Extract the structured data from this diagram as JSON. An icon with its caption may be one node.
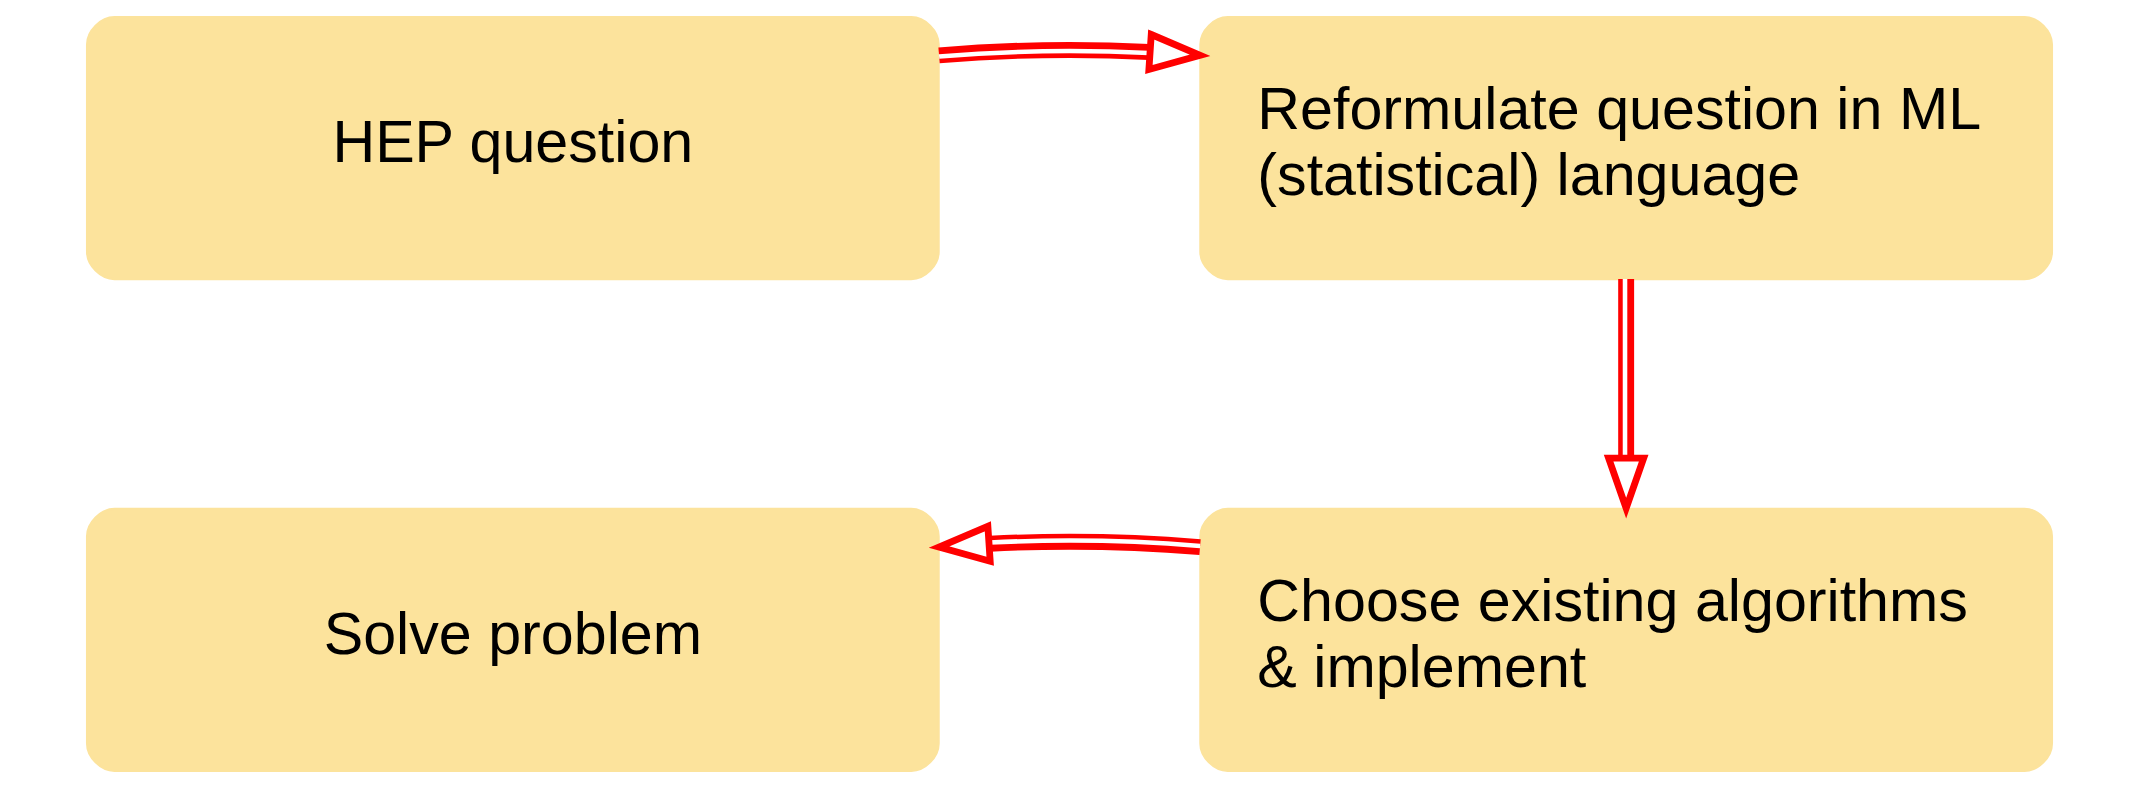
{
  "diagram": {
    "nodes": [
      {
        "text": [
          "HEP question"
        ]
      },
      {
        "text": [
          "Reformulate question in ML (statistical) language"
        ]
      },
      {
        "text": [
          "Choose existing algorithms & implement"
        ]
      },
      {
        "text": [
          "Solve problem"
        ]
      }
    ],
    "edges": [
      {
        "from": 0,
        "to": 1,
        "arrow": "to"
      },
      {
        "from": 1,
        "to": 2,
        "arrow": "to"
      },
      {
        "from": 2,
        "to": 3,
        "arrow": "to"
      }
    ]
  }
}
